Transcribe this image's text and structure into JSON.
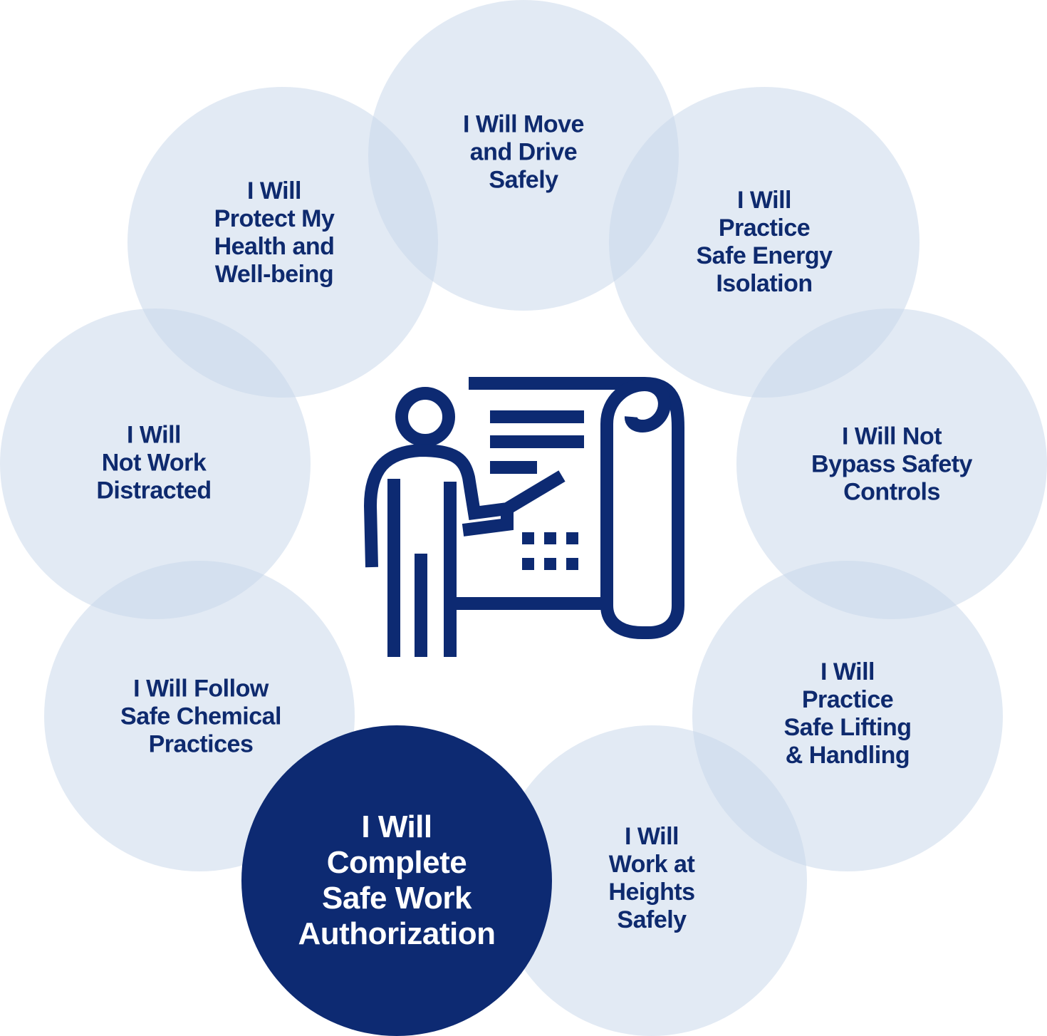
{
  "colors": {
    "circle_fill": "#c5d6ea",
    "active_fill": "#0d2a72",
    "text_dark": "#0e2a6e",
    "text_light": "#ffffff",
    "icon_stroke": "#0d2a72"
  },
  "center_icon": "presenter-with-chart-icon",
  "circles": [
    {
      "id": "move-drive",
      "lines": [
        "I Will Move",
        "and Drive",
        "Safely"
      ],
      "active": false
    },
    {
      "id": "energy-isolation",
      "lines": [
        "I Will",
        "Practice",
        "Safe Energy",
        "Isolation"
      ],
      "active": false
    },
    {
      "id": "bypass-controls",
      "lines": [
        "I Will Not",
        "Bypass Safety",
        "Controls"
      ],
      "active": false
    },
    {
      "id": "lifting-handling",
      "lines": [
        "I Will",
        "Practice",
        "Safe Lifting",
        "& Handling"
      ],
      "active": false
    },
    {
      "id": "work-heights",
      "lines": [
        "I Will",
        "Work at",
        "Heights",
        "Safely"
      ],
      "active": false
    },
    {
      "id": "safe-work-authorization",
      "lines": [
        "I Will",
        "Complete",
        "Safe Work",
        "Authorization"
      ],
      "active": true
    },
    {
      "id": "chemical-practices",
      "lines": [
        "I Will Follow",
        "Safe Chemical",
        "Practices"
      ],
      "active": false
    },
    {
      "id": "not-distracted",
      "lines": [
        "I Will",
        "Not Work",
        "Distracted"
      ],
      "active": false
    },
    {
      "id": "health-wellbeing",
      "lines": [
        "I Will",
        "Protect My",
        "Health and",
        "Well-being"
      ],
      "active": false
    }
  ]
}
